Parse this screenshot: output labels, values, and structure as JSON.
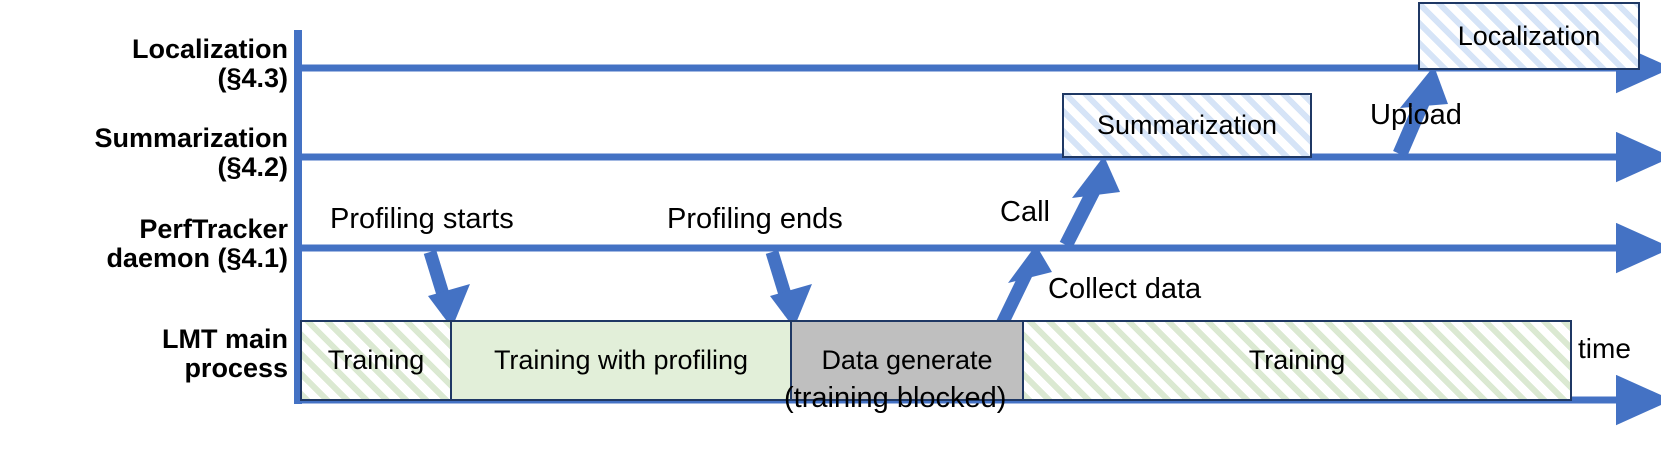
{
  "diagram": {
    "title": "PerfTracker timeline",
    "accent_color": "#4472C4",
    "box_border_color": "#1F3864",
    "green_fill": "#E2EFD9",
    "gray_fill": "#BFBFBF",
    "blue_hatch": "#D6E4F7",
    "time_axis_label": "time"
  },
  "lanes": [
    {
      "id": "localization",
      "label": "Localization\n(§4.3)"
    },
    {
      "id": "summarization",
      "label": "Summarization\n(§4.2)"
    },
    {
      "id": "perftracker",
      "label": "PerfTracker\ndaemon (§4.1)"
    },
    {
      "id": "lmt",
      "label": "LMT main\nprocess"
    }
  ],
  "boxes": {
    "localization": {
      "label": "Localization"
    },
    "summarization": {
      "label": "Summarization"
    },
    "training_1": {
      "label": "Training"
    },
    "training_prof": {
      "label": "Training with profiling"
    },
    "data_generate": {
      "label": "Data generate"
    },
    "training_2": {
      "label": "Training"
    }
  },
  "annotations": {
    "profiling_starts": "Profiling starts",
    "profiling_ends": "Profiling ends",
    "call": "Call",
    "collect_data": "Collect data",
    "upload": "Upload",
    "training_blocked": "(training blocked)"
  }
}
